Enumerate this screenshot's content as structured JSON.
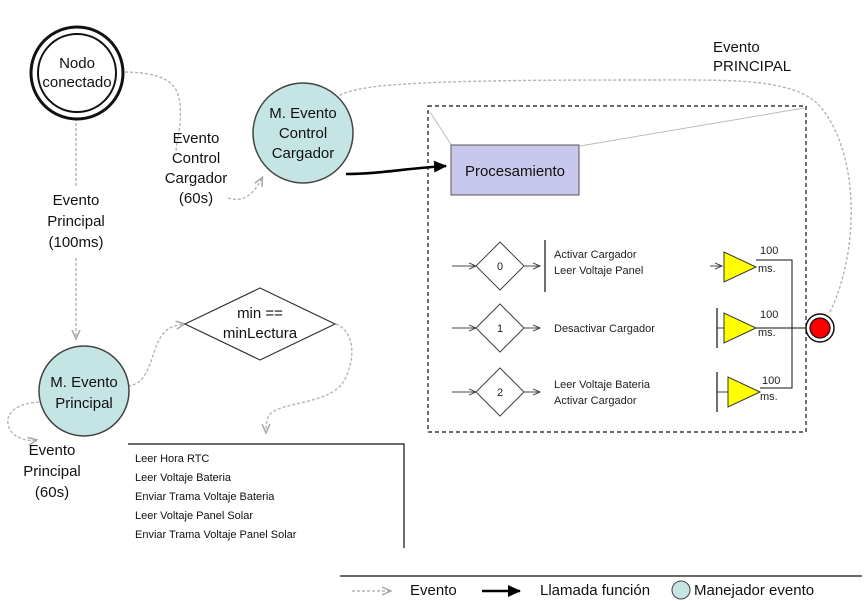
{
  "nodes": {
    "nodo_conectado": [
      "Nodo",
      "conectado"
    ],
    "evento_control_cargador": [
      "M. Evento",
      "Control",
      "Cargador"
    ],
    "evento_principal": [
      "M. Evento",
      "Principal"
    ],
    "procesamiento": "Procesamiento",
    "decision": [
      "min ==",
      "minLectura"
    ]
  },
  "edge_labels": {
    "evento_principal_top": [
      "Evento",
      "PRINCIPAL"
    ],
    "evento_control_cargador_60s": [
      "Evento",
      "Control",
      "Cargador",
      "(60s)"
    ],
    "evento_principal_100ms": [
      "Evento",
      "Principal",
      "(100ms)"
    ],
    "evento_principal_60s": [
      "Evento",
      "Principal",
      "(60s)"
    ]
  },
  "processing_cases": [
    {
      "id": "0",
      "actions": [
        "Activar Cargador",
        "Leer Voltaje Panel"
      ],
      "delay": [
        "100",
        "ms."
      ]
    },
    {
      "id": "1",
      "actions": [
        "Desactivar Cargador"
      ],
      "delay": [
        "100",
        "ms."
      ]
    },
    {
      "id": "2",
      "actions": [
        "Leer Voltaje Bateria",
        "Activar Cargador"
      ],
      "delay": [
        "100",
        "ms."
      ]
    }
  ],
  "task_list": [
    "Leer Hora RTC",
    "Leer Voltaje Bateria",
    "Enviar Trama Voltaje Bateria",
    "Leer Voltaje Panel Solar",
    "Enviar Trama Voltaje Panel Solar"
  ],
  "legend": {
    "evento": "Evento",
    "llamada": "Llamada función",
    "manejador": "Manejador evento"
  },
  "colors": {
    "handler_fill": "#c5e4e4",
    "process_fill": "#c8c8ec",
    "triangle_fill": "#ffff00",
    "end_fill": "#ff0000",
    "event_arrow": "#b4b4b4"
  }
}
